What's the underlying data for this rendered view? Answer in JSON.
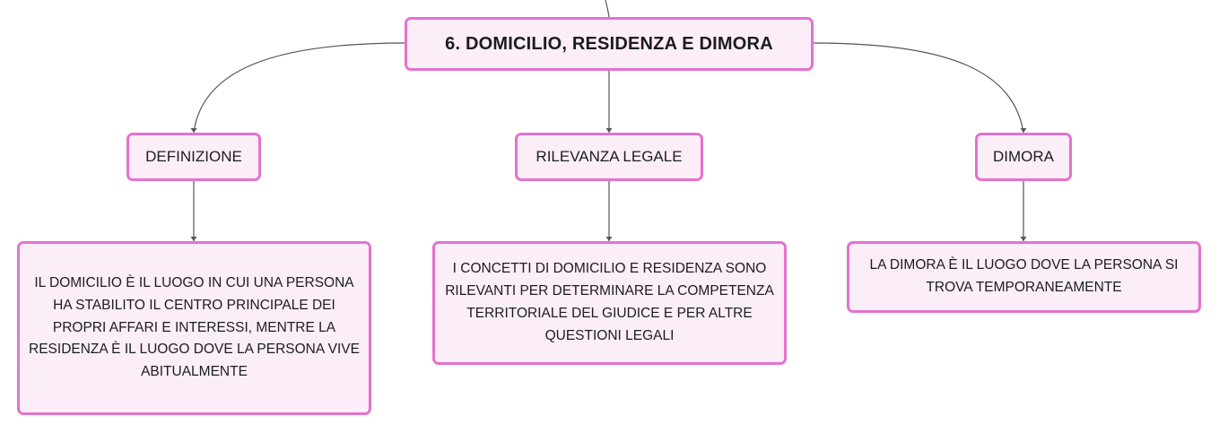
{
  "map": {
    "root": {
      "label": "6. DOMICILIO, RESIDENZA E DIMORA"
    },
    "branches": [
      {
        "label": "DEFINIZIONE",
        "detail": "IL DOMICILIO È IL LUOGO IN CUI UNA PERSONA HA STABILITO IL CENTRO PRINCIPALE DEI PROPRI AFFARI E INTERESSI, MENTRE LA RESIDENZA È IL LUOGO DOVE LA PERSONA VIVE ABITUALMENTE"
      },
      {
        "label": "RILEVANZA LEGALE",
        "detail": "I CONCETTI DI DOMICILIO E RESIDENZA SONO RILEVANTI PER DETERMINARE LA COMPETENZA TERRITORIALE DEL GIUDICE E PER ALTRE QUESTIONI LEGALI"
      },
      {
        "label": "DIMORA",
        "detail": "LA DIMORA È IL LUOGO DOVE LA PERSONA SI TROVA TEMPORANEAMENTE"
      }
    ]
  },
  "colors": {
    "node_fill": "#fceef8",
    "node_border": "#e472cf",
    "connector": "#555555"
  }
}
